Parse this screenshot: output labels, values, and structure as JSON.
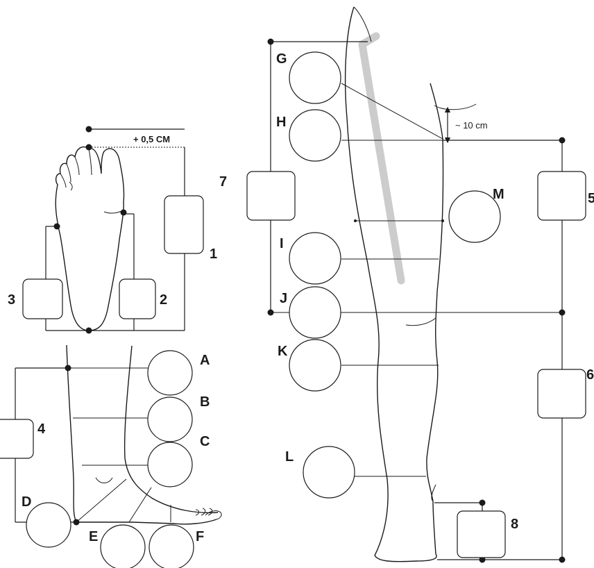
{
  "foot_top": {
    "offset_label": "+ 0,5 CM",
    "boxes": {
      "length": "1",
      "ball_width": "2",
      "outer_width": "3"
    }
  },
  "ankle": {
    "height_box": "4",
    "circles": [
      "A",
      "B",
      "C",
      "D",
      "E",
      "F"
    ]
  },
  "leg": {
    "circles": [
      "G",
      "H",
      "I",
      "J",
      "K",
      "L",
      "M"
    ],
    "boxes": {
      "upper": "5",
      "lower": "6",
      "thigh_height": "7",
      "heel": "8"
    },
    "distance_label": "~ 10 cm"
  },
  "colors": {
    "stroke": "#1a1a1a",
    "stick": "#cccccc"
  }
}
